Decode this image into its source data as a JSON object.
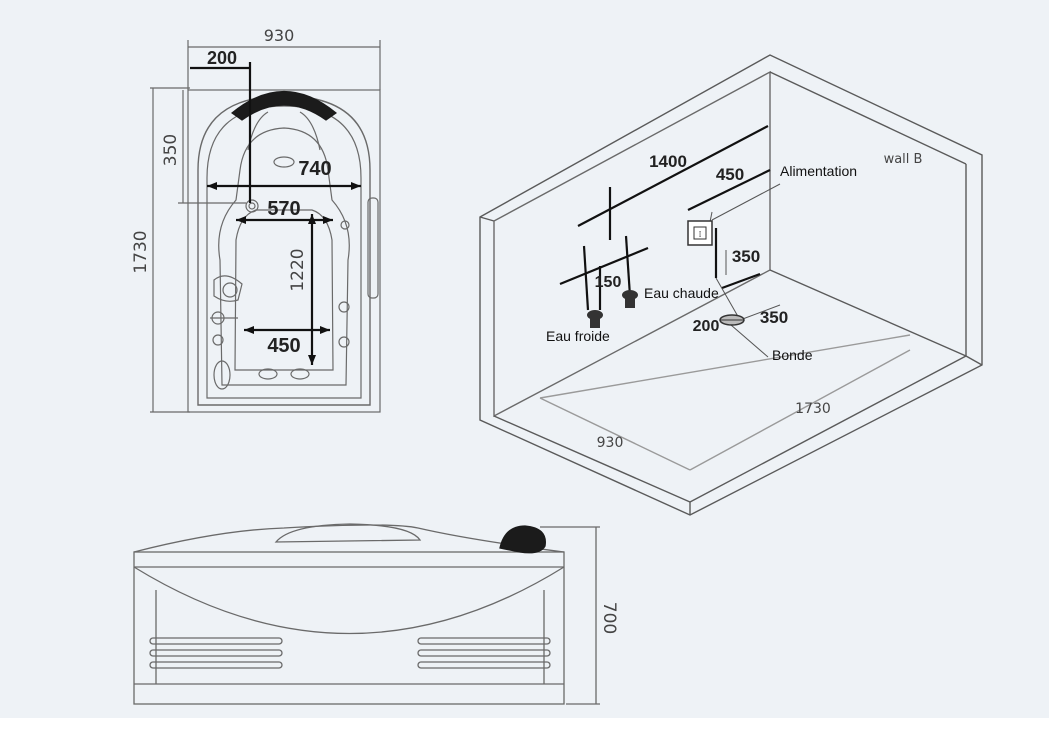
{
  "top_view": {
    "width_overall": "930",
    "length_overall": "1730",
    "offset_200": "200",
    "dim_350": "350",
    "dim_740": "740",
    "dim_570": "570",
    "dim_1220": "1220",
    "dim_450": "450"
  },
  "perspective_view": {
    "dim_1400": "1400",
    "dim_450": "450",
    "dim_350_vertical": "350",
    "dim_150": "150",
    "dim_200": "200",
    "dim_350_drain": "350",
    "dim_1730": "1730",
    "dim_930": "930",
    "wall_label": "wall B",
    "label_power": "Alimentation",
    "label_hot": "Eau chaude",
    "label_cold": "Eau froide",
    "label_drain": "Bonde"
  },
  "side_view": {
    "height": "700"
  }
}
